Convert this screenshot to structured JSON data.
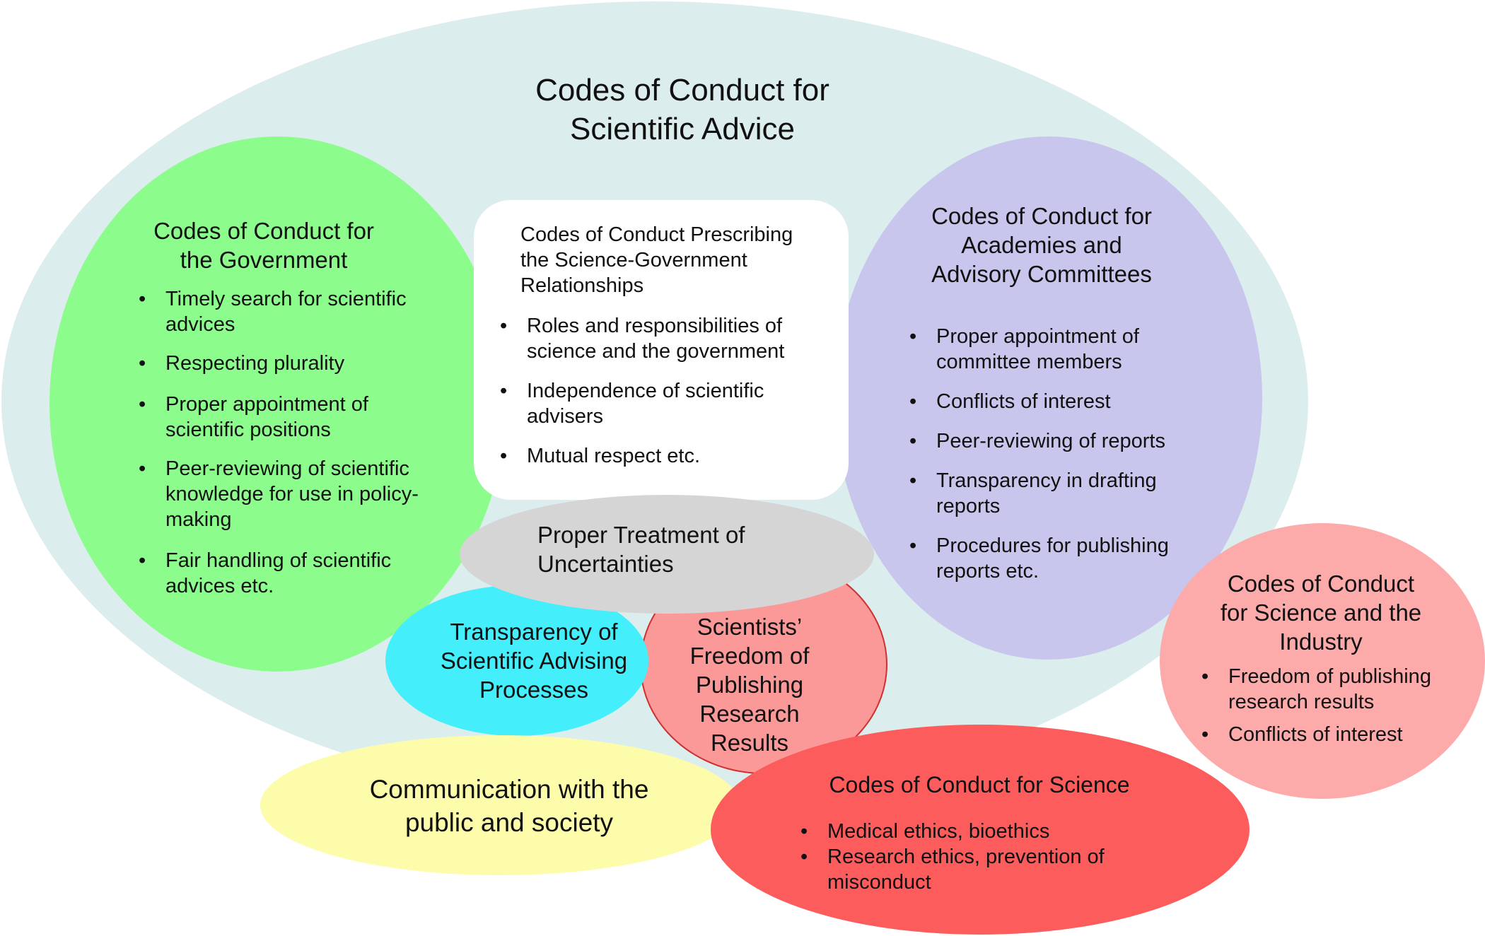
{
  "colors": {
    "outer": "#dcedee",
    "government": "#8cfc8c",
    "academies": "#c8c6ec",
    "center_box": "#ffffff",
    "industry": "#fcaaaa",
    "freedom": "#fb9898",
    "transparency": "#44eefb",
    "uncertainties": "#d5d5d5",
    "communication": "#fcfcab",
    "science": "#fd5c5c"
  },
  "outer": {
    "title_line1": "Codes of Conduct for",
    "title_line2": "Scientific Advice"
  },
  "government": {
    "heading_line1": "Codes of Conduct for",
    "heading_line2": "the Government",
    "items": [
      {
        "lines": [
          "Timely search for scientific",
          "advices"
        ]
      },
      {
        "lines": [
          "Respecting plurality"
        ]
      },
      {
        "lines": [
          "Proper appointment of",
          "scientific positions"
        ]
      },
      {
        "lines": [
          "Peer-reviewing of scientific",
          "knowledge for use in policy-",
          "making"
        ]
      },
      {
        "lines": [
          "Fair handling of scientific",
          "advices etc."
        ]
      }
    ]
  },
  "center": {
    "heading_lines": [
      "Codes of Conduct Prescribing",
      "the Science-Government",
      "Relationships"
    ],
    "items": [
      {
        "lines": [
          "Roles and responsibilities of",
          "science and the government"
        ]
      },
      {
        "lines": [
          "Independence of scientific",
          "advisers"
        ]
      },
      {
        "lines": [
          "Mutual respect etc."
        ]
      }
    ]
  },
  "academies": {
    "heading_lines": [
      "Codes of Conduct for",
      "Academies and",
      "Advisory Committees"
    ],
    "items": [
      {
        "lines": [
          "Proper appointment of",
          "committee members"
        ]
      },
      {
        "lines": [
          "Conflicts of interest"
        ]
      },
      {
        "lines": [
          "Peer-reviewing of reports"
        ]
      },
      {
        "lines": [
          "Transparency in drafting",
          "reports"
        ]
      },
      {
        "lines": [
          "Procedures for publishing",
          "reports etc."
        ]
      }
    ]
  },
  "uncertainties": {
    "lines": [
      "Proper Treatment of",
      "Uncertainties"
    ]
  },
  "transparency": {
    "lines": [
      "Transparency of",
      "Scientific Advising",
      "Processes"
    ]
  },
  "freedom": {
    "lines": [
      "Scientists’",
      "Freedom of",
      "Publishing",
      "Research",
      "Results"
    ]
  },
  "industry": {
    "heading_lines": [
      "Codes of Conduct",
      "for Science and the",
      "Industry"
    ],
    "items": [
      {
        "lines": [
          "Freedom of publishing",
          "research results"
        ]
      },
      {
        "lines": [
          "Conflicts of interest"
        ]
      }
    ]
  },
  "communication": {
    "lines": [
      "Communication with the",
      "public and society"
    ]
  },
  "science": {
    "heading": "Codes of Conduct for Science",
    "items": [
      {
        "lines": [
          "Medical ethics, bioethics"
        ]
      },
      {
        "lines": [
          "Research ethics, prevention of",
          "misconduct"
        ]
      }
    ]
  }
}
